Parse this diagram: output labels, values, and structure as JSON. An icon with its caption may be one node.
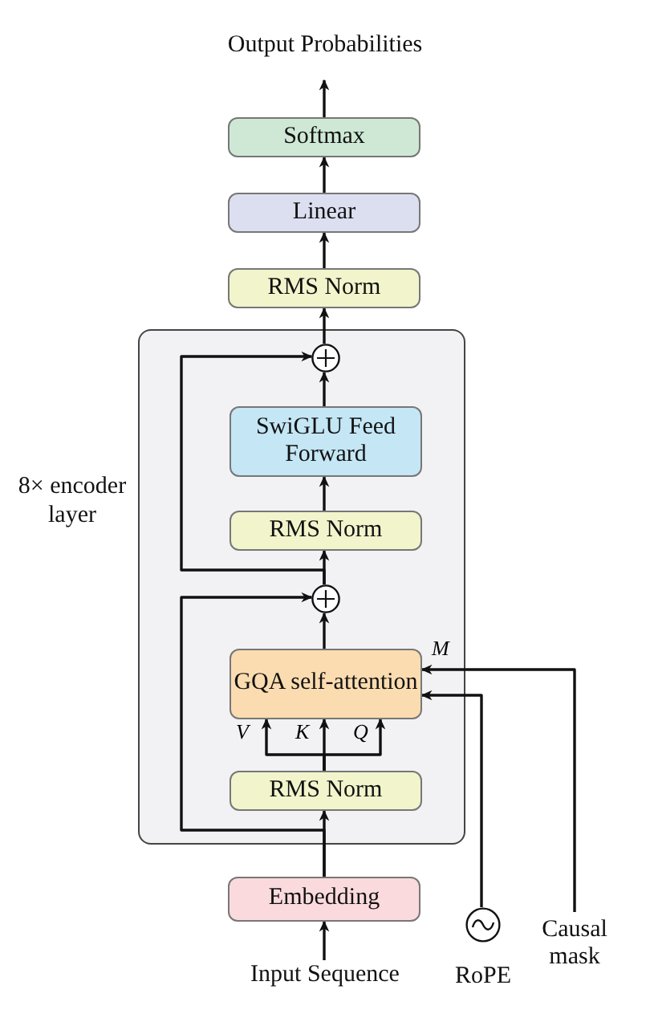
{
  "diagram": {
    "nodes": [
      {
        "text": [
          "Output Probabilities"
        ]
      },
      {
        "text": [
          "Softmax"
        ]
      },
      {
        "text": [
          "Linear"
        ]
      },
      {
        "text": [
          "RMS Norm"
        ]
      },
      {
        "text": [
          "8× encoder layer"
        ]
      },
      {
        "text": [],
        "shape": "circle",
        "in": 4
      },
      {
        "text": [
          "SwiGLU Feed Forward"
        ],
        "in": 4
      },
      {
        "text": [
          "RMS Norm"
        ],
        "in": 4
      },
      {
        "text": [],
        "shape": "circle",
        "in": 4
      },
      {
        "text": [
          "GQA self-attention"
        ],
        "in": 4
      },
      {
        "text": [
          "RMS Norm"
        ],
        "in": 4
      },
      {
        "text": [
          "Embedding"
        ]
      },
      {
        "text": [
          "Input Sequence"
        ]
      },
      {
        "text": [
          "RoPE"
        ]
      },
      {
        "text": [
          "Causal mask"
        ]
      }
    ],
    "edges": [
      {
        "from": 12,
        "to": 11,
        "arrow": "to"
      },
      {
        "from": 11,
        "to": 10,
        "arrow": "to"
      },
      {
        "from": 11,
        "to": 8,
        "arrow": "to"
      },
      {
        "from": 10,
        "to": 9,
        "arrow": "to",
        "label": "V"
      },
      {
        "from": 10,
        "to": 9,
        "arrow": "to",
        "label": "K"
      },
      {
        "from": 10,
        "to": 9,
        "arrow": "to",
        "label": "Q"
      },
      {
        "from": 9,
        "to": 8,
        "arrow": "to"
      },
      {
        "from": 8,
        "to": 7,
        "arrow": "to"
      },
      {
        "from": 8,
        "to": 5,
        "arrow": "to"
      },
      {
        "from": 7,
        "to": 6,
        "arrow": "to"
      },
      {
        "from": 6,
        "to": 5,
        "arrow": "to"
      },
      {
        "from": 5,
        "to": 3,
        "arrow": "to"
      },
      {
        "from": 3,
        "to": 2,
        "arrow": "to"
      },
      {
        "from": 2,
        "to": 1,
        "arrow": "to"
      },
      {
        "from": 1,
        "to": 0,
        "arrow": "to"
      },
      {
        "from": 13,
        "to": 9,
        "arrow": "to"
      },
      {
        "from": 14,
        "to": 9,
        "arrow": "to",
        "label": "M"
      }
    ]
  }
}
